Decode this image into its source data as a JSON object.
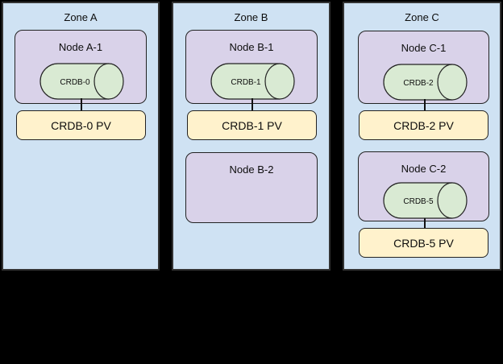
{
  "diagram": {
    "description": "Three-zone CockroachDB topology diagram",
    "zones": [
      {
        "title": "Zone A",
        "stacks": [
          {
            "node": "Node A-1",
            "db": "CRDB-0",
            "pv": "CRDB-0 PV"
          }
        ]
      },
      {
        "title": "Zone B",
        "stacks": [
          {
            "node": "Node B-1",
            "db": "CRDB-1",
            "pv": "CRDB-1 PV"
          }
        ],
        "empty_node": "Node B-2"
      },
      {
        "title": "Zone C",
        "stacks": [
          {
            "node": "Node C-1",
            "db": "CRDB-2",
            "pv": "CRDB-2 PV"
          },
          {
            "node": "Node C-2",
            "db": "CRDB-5",
            "pv": "CRDB-5 PV"
          }
        ]
      }
    ],
    "colors": {
      "canvas": "#000000",
      "zone_fill": "#cfe2f3",
      "node_fill": "#d9d2e9",
      "cylinder_fill": "#d9ead3",
      "pv_fill": "#fff2cc",
      "border": "#222222"
    }
  }
}
